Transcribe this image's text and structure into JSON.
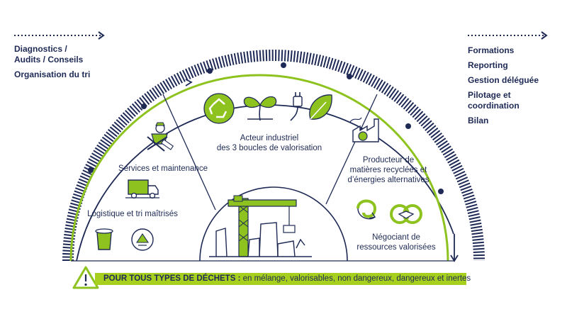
{
  "left_services": [
    "Diagnostics /",
    "Audits / Conseils",
    "Organisation du tri"
  ],
  "right_services": [
    "Formations",
    "Reporting",
    "Gestion déléguée",
    "Pilotage et",
    "coordination",
    "Bilan"
  ],
  "segments": {
    "services_maintenance": "Services et maintenance",
    "logistique": "Logistique et tri maîtrisés",
    "acteur_line1": "Acteur industriel",
    "acteur_line2": "des 3 boucles de valorisation",
    "producteur_line1": "Producteur de",
    "producteur_line2": "matières recyclées et",
    "producteur_line3": "d’énergies alternatives",
    "negociant_line1": "Négociant de",
    "negociant_line2": "ressources valorisées"
  },
  "banner": {
    "bold": "POUR TOUS TYPES DE DÉCHETS :",
    "text": " en mélange, valorisables, non dangereux, dangereux et inertes"
  },
  "icons": [
    "warning-icon",
    "recycle-icon",
    "sprout-icon",
    "plug-leaf-icon",
    "leaf-icon",
    "factory-icon",
    "truck-icon",
    "worker-icon",
    "bin-icon",
    "sorting-icon",
    "loop-icon",
    "handshake-icon",
    "crane-icon",
    "city-icon"
  ],
  "colors": {
    "navy": "#1e2a55",
    "green": "#8dc21f",
    "light_green": "#a6cf1e"
  }
}
